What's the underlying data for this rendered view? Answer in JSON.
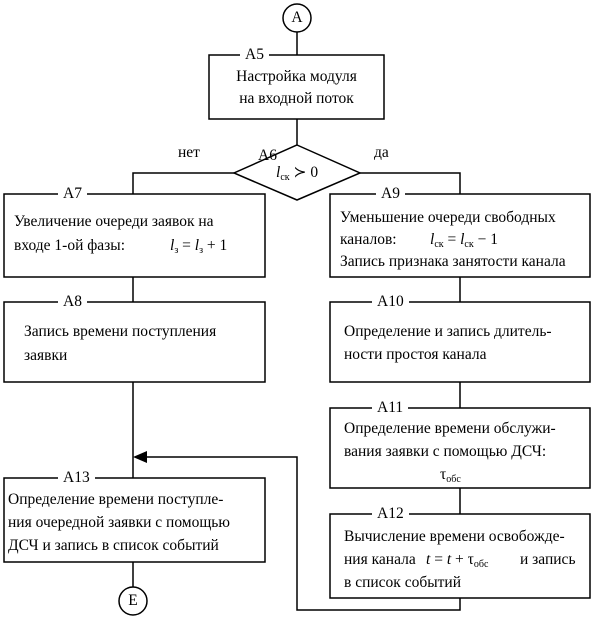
{
  "connectors": {
    "start": "A",
    "end": "E"
  },
  "decision": {
    "id": "A6",
    "cond_var": "l",
    "cond_sub": "ск",
    "cond_rest": " ≻ 0",
    "no": "нет",
    "yes": "да"
  },
  "blocks": {
    "a5": {
      "id": "A5",
      "line1": "Настройка модуля",
      "line2": "на входной поток"
    },
    "a7": {
      "id": "A7",
      "line1": "Увеличение очереди заявок на",
      "line2_text": "входе 1-ой фазы:",
      "f_l": "l",
      "f_sub": "з",
      "f_rest": " + 1"
    },
    "a8": {
      "id": "A8",
      "line1": "Запись времени поступления",
      "line2": "заявки"
    },
    "a9": {
      "id": "A9",
      "line1": "Уменьшение очереди свободных",
      "line2_text": "каналов:",
      "f_l": "l",
      "f_sub": "ск",
      "f_rest": " − 1",
      "line3": "Запись признака занятости канала"
    },
    "a10": {
      "id": "A10",
      "line1": "Определение и запись длитель-",
      "line2": "ности простоя канала"
    },
    "a11": {
      "id": "A11",
      "line1": "Определение времени обслужи-",
      "line2": "вания заявки с помощью ДСЧ:",
      "tau": "τ",
      "tau_sub": "обс"
    },
    "a12": {
      "id": "A12",
      "line1": "Вычисление времени освобожде-",
      "line2_text": "ния канала",
      "f_t": "t",
      "f_tau": "τ",
      "f_sub": "обс",
      "line2_tail": "и запись",
      "line3": "в список событий"
    },
    "a13": {
      "id": "A13",
      "line1": "Определение времени поступле-",
      "line2": "ния очередной заявки с помощью",
      "line3": "ДСЧ и запись в список событий"
    }
  }
}
